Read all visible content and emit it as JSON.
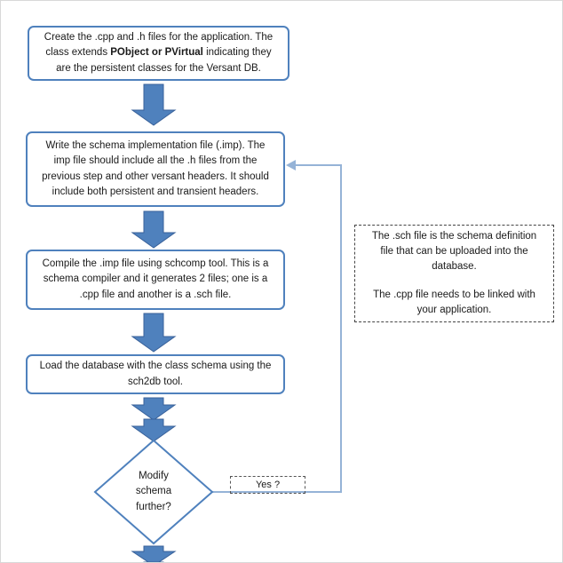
{
  "flowchart": {
    "box1": {
      "pre": "Create the .cpp and .h files for the application. The class extends ",
      "bold": "PObject or PVirtual",
      "post": " indicating they are the persistent classes for the Versant DB."
    },
    "box2": {
      "text": "Write the schema implementation file (.imp). The imp file should include all the .h files from the previous step and other versant headers. It should include both persistent and transient headers."
    },
    "box3": {
      "text": "Compile the .imp file using schcomp tool. This is a schema compiler and it generates 2 files; one is a .cpp file and another is a .sch file."
    },
    "box4": {
      "text": "Load the database with the class schema using the sch2db tool."
    },
    "decision": {
      "text": "Modify schema further?"
    },
    "yes_label": "Yes ?",
    "note": {
      "para1": "The .sch file is the schema definition file that can be uploaded into the database.",
      "para2": "The .cpp file needs to be linked with your application."
    },
    "colors": {
      "accent": "#4F81BD",
      "arrow_fill": "#4F81BD",
      "connector": "#95B3D7"
    }
  }
}
